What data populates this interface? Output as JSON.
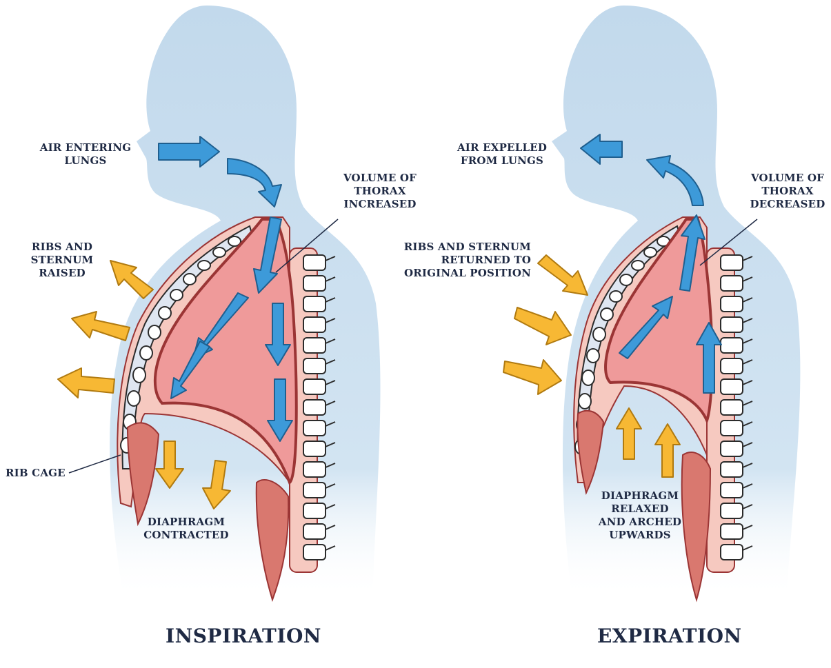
{
  "panels": {
    "inspiration": {
      "title": "INSPIRATION",
      "air_label": [
        "AIR ENTERING",
        "LUNGS"
      ],
      "volume_label": [
        "VOLUME OF",
        "THORAX",
        "INCREASED"
      ],
      "ribs_label": [
        "RIBS AND",
        "STERNUM",
        "RAISED"
      ],
      "rib_cage_label": "RIB CAGE",
      "diaphragm_label": [
        "DIAPHRAGM",
        "CONTRACTED"
      ]
    },
    "expiration": {
      "title": "EXPIRATION",
      "air_label": [
        "AIR EXPELLED",
        "FROM LUNGS"
      ],
      "volume_label": [
        "VOLUME OF",
        "THORAX",
        "DECREASED"
      ],
      "ribs_label": [
        "RIBS AND STERNUM",
        "RETURNED TO",
        "ORIGINAL POSITION"
      ],
      "diaphragm_label": [
        "DIAPHRAGM",
        "RELAXED",
        "AND ARCHED",
        "UPWARDS"
      ]
    }
  },
  "colors": {
    "body_silhouette": "#c2d9ec",
    "thorax_fill": "#ef9a9a",
    "thorax_outline": "#9b3535",
    "air_arrows": "#3d9ad9",
    "movement_arrows": "#f7b834",
    "bone": "#ffffff",
    "text": "#1f2a44"
  }
}
